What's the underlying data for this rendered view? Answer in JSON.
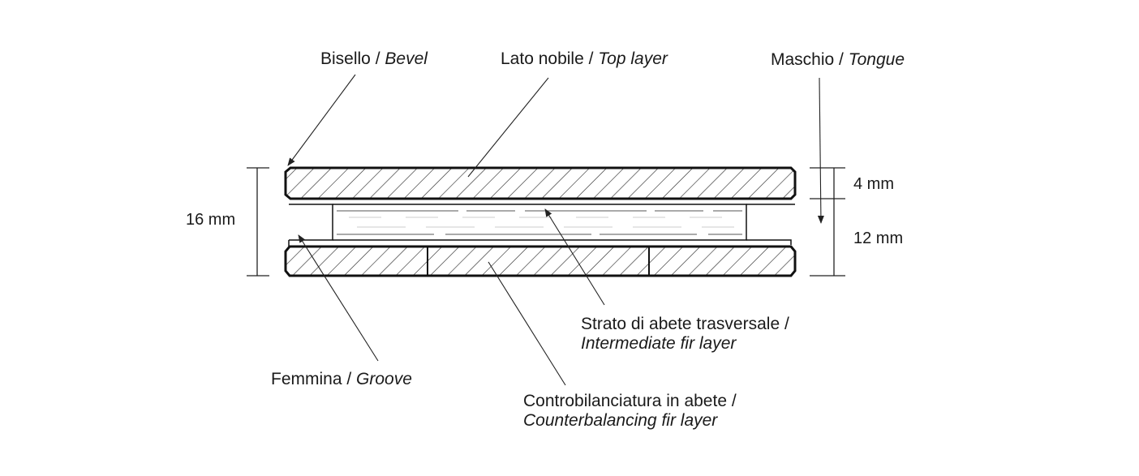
{
  "labels": {
    "bevel": {
      "it": "Bisello",
      "sep": " / ",
      "en": "Bevel"
    },
    "top_layer": {
      "it": "Lato nobile",
      "sep": " / ",
      "en": "Top layer"
    },
    "tongue": {
      "it": "Maschio",
      "sep": " / ",
      "en": "Tongue"
    },
    "intermediate": {
      "it": "Strato di abete trasversale /",
      "en": "Intermediate fir layer"
    },
    "groove": {
      "it": "Femmina",
      "sep": " / ",
      "en": "Groove"
    },
    "counterbalancing": {
      "it": "Controbilanciatura in abete /",
      "en": "Counterbalancing fir layer"
    }
  },
  "dimensions": {
    "total": "16 mm",
    "top": "4 mm",
    "core": "12 mm"
  }
}
